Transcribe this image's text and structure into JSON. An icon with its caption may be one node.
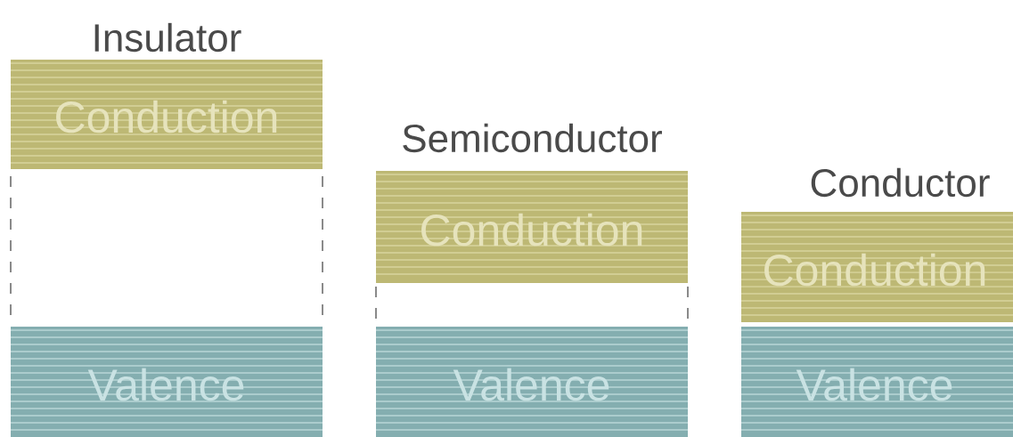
{
  "diagram": {
    "nodes": [
      {
        "text": [
          "Conduction"
        ]
      },
      {
        "text": [
          "Valence"
        ]
      },
      {
        "text": [
          "Conduction"
        ]
      },
      {
        "text": [
          "Valence"
        ]
      },
      {
        "text": [
          "Conduction"
        ]
      },
      {
        "text": [
          "Valence"
        ]
      }
    ],
    "labels": [
      "Insulator",
      "Semiconductor",
      "Conductor"
    ]
  }
}
